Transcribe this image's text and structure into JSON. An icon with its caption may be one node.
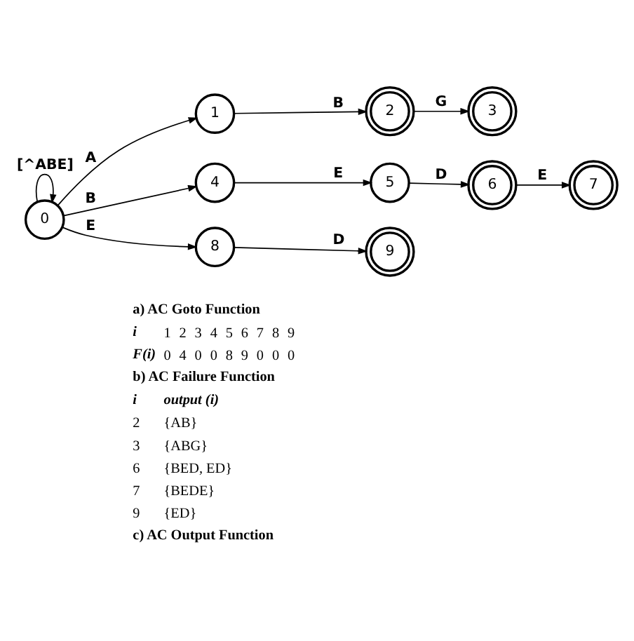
{
  "diagram": {
    "nodes": [
      {
        "text": [
          "0"
        ]
      },
      {
        "text": [
          "1"
        ]
      },
      {
        "text": [
          "2"
        ]
      },
      {
        "text": [
          "3"
        ]
      },
      {
        "text": [
          "4"
        ]
      },
      {
        "text": [
          "5"
        ]
      },
      {
        "text": [
          "6"
        ]
      },
      {
        "text": [
          "7"
        ]
      },
      {
        "text": [
          "8"
        ]
      },
      {
        "text": [
          "9"
        ]
      }
    ],
    "edges": [
      {
        "from": 0,
        "to": 0,
        "arrow": "to",
        "label": "[^ABE]"
      },
      {
        "from": 0,
        "to": 1,
        "arrow": "to",
        "label": "A"
      },
      {
        "from": 1,
        "to": 2,
        "arrow": "to",
        "label": "B"
      },
      {
        "from": 2,
        "to": 3,
        "arrow": "to",
        "label": "G"
      },
      {
        "from": 0,
        "to": 4,
        "arrow": "to",
        "label": "B"
      },
      {
        "from": 4,
        "to": 5,
        "arrow": "to",
        "label": "E"
      },
      {
        "from": 5,
        "to": 6,
        "arrow": "to",
        "label": "D"
      },
      {
        "from": 6,
        "to": 7,
        "arrow": "to",
        "label": "E"
      },
      {
        "from": 0,
        "to": 8,
        "arrow": "to",
        "label": "E"
      },
      {
        "from": 8,
        "to": 9,
        "arrow": "to",
        "label": "D"
      }
    ],
    "labels": [
      "a) AC Goto Function",
      "i",
      "1",
      "2",
      "3",
      "4",
      "5",
      "6",
      "7",
      "8",
      "9",
      "F(i)",
      "0",
      "4",
      "0",
      "0",
      "8",
      "9",
      "0",
      "0",
      "0",
      "b) AC Failure Function",
      "i",
      "output (i)",
      "2",
      "{AB}",
      "3",
      "{ABG}",
      "6",
      "{BED, ED}",
      "7",
      "{BEDE}",
      "9",
      "{ED}",
      "c) AC Output Function"
    ]
  }
}
